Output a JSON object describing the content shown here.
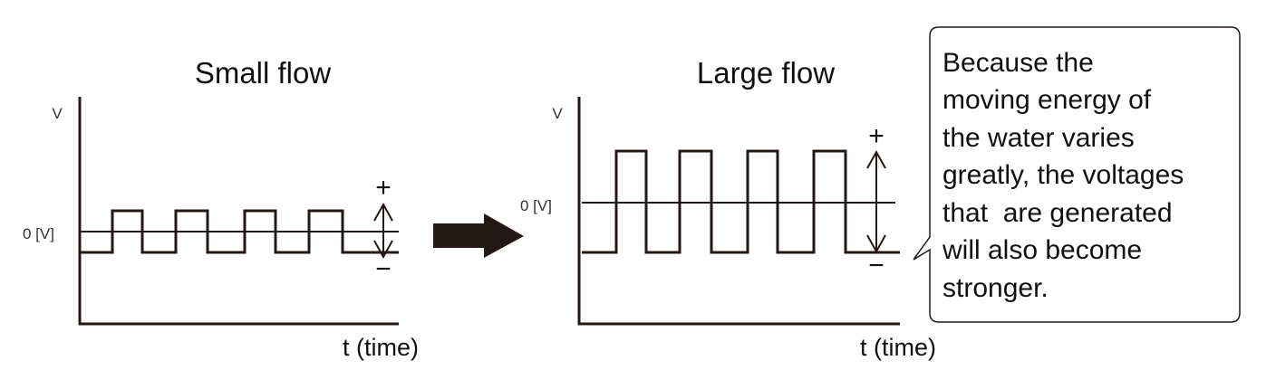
{
  "left_panel": {
    "title": "Small flow",
    "y_axis_label": "V",
    "zero_label": "0 [V]",
    "x_axis_label": "t (time)",
    "plus_sign": "+",
    "minus_sign": "−",
    "amplitude": "small"
  },
  "right_panel": {
    "title": "Large flow",
    "y_axis_label": "V",
    "zero_label": "0 [V]",
    "x_axis_label": "t (time)",
    "plus_sign": "+",
    "minus_sign": "−",
    "amplitude": "large"
  },
  "callout": {
    "lines": [
      "Because the",
      "moving energy of",
      "the water varies",
      "greatly, the voltages",
      "that  are generated",
      "will also become",
      "stronger."
    ]
  },
  "colors": {
    "line": "#231815",
    "arrow": "#231815"
  }
}
